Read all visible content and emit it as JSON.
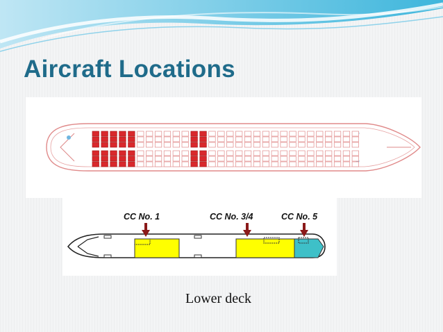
{
  "title": "Aircraft Locations",
  "caption": "Lower deck",
  "lower_deck": {
    "compartments": [
      {
        "label": "CC No. 1",
        "color": "#ffff00"
      },
      {
        "label": "CC No. 3/4",
        "color": "#ffff00"
      },
      {
        "label": "CC No. 5",
        "color": "#3ec0c8"
      }
    ]
  },
  "colors": {
    "title": "#1f6b8a",
    "seat_red": "#d9282c",
    "seat_outline": "#e08a8a",
    "arrow": "#8b1a1a"
  }
}
